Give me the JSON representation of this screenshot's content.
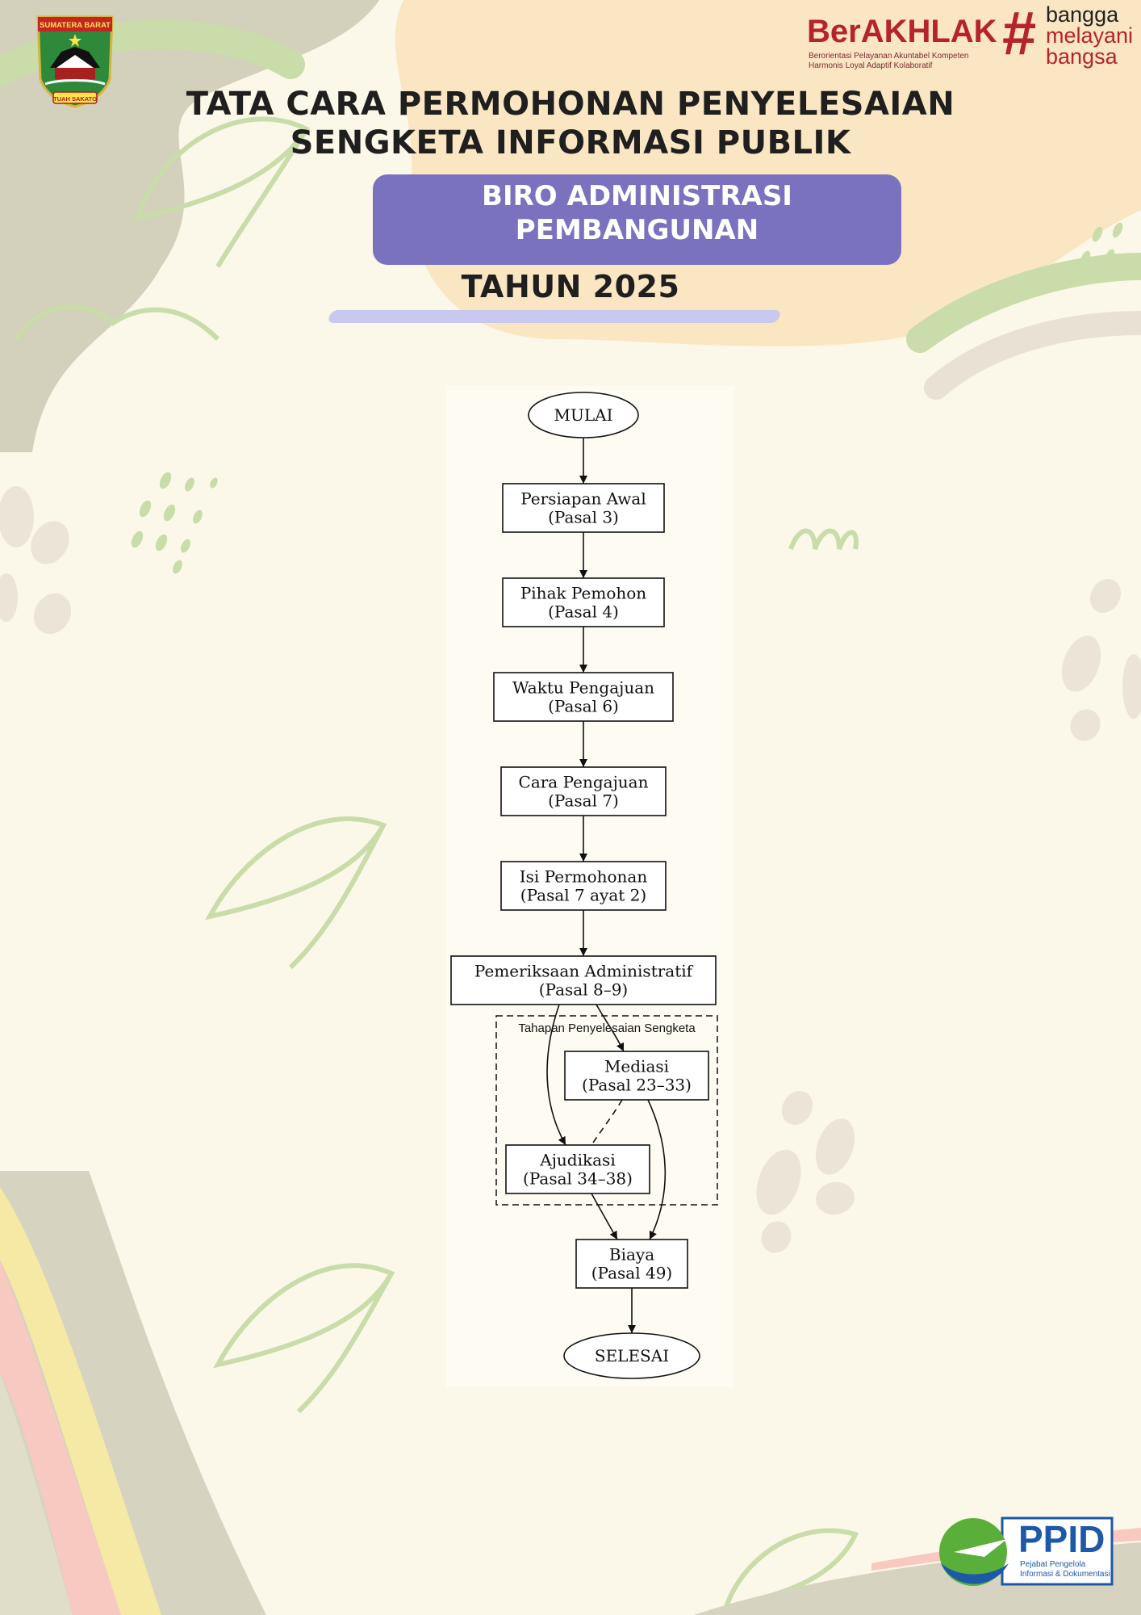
{
  "header": {
    "title_line1": "TATA CARA PERMOHONAN PENYELESAIAN",
    "title_line2": "SENGKETA INFORMASI PUBLIK",
    "unit_line1": "BIRO ADMINISTRASI",
    "unit_line2": "PEMBANGUNAN",
    "year": "TAHUN 2025"
  },
  "logos": {
    "province": {
      "top": "SUMATERA BARAT",
      "bottom": "TUAH SAKATO"
    },
    "berakhlak": {
      "word": "BerAKHLAK",
      "sub1": "Berorientasi Pelayanan Akuntabel Kompeten",
      "sub2": "Harmonis Loyal Adaptif Kolaboratif",
      "hash": "#",
      "tag1": "bangga",
      "tag2": "melayani",
      "tag3": "bangsa"
    },
    "ppid": {
      "word": "PPID",
      "sub1": "Pejabat Pengelola",
      "sub2": "Informasi & Dokumentasi"
    }
  },
  "flowchart": {
    "nodes": [
      {
        "id": "mulai",
        "shape": "ellipse",
        "lines": [
          "MULAI"
        ]
      },
      {
        "id": "persiapan",
        "shape": "box",
        "lines": [
          "Persiapan Awal",
          "(Pasal 3)"
        ]
      },
      {
        "id": "pemohon",
        "shape": "box",
        "lines": [
          "Pihak Pemohon",
          "(Pasal 4)"
        ]
      },
      {
        "id": "waktu",
        "shape": "box",
        "lines": [
          "Waktu Pengajuan",
          "(Pasal 6)"
        ]
      },
      {
        "id": "cara",
        "shape": "box",
        "lines": [
          "Cara Pengajuan",
          "(Pasal 7)"
        ]
      },
      {
        "id": "isi",
        "shape": "box",
        "lines": [
          "Isi Permohonan",
          "(Pasal 7 ayat 2)"
        ]
      },
      {
        "id": "pemeriksaan",
        "shape": "box",
        "lines": [
          "Pemeriksaan Administratif",
          "(Pasal 8–9)"
        ]
      },
      {
        "id": "mediasi",
        "shape": "box",
        "lines": [
          "Mediasi",
          "(Pasal 23–33)"
        ]
      },
      {
        "id": "ajudikasi",
        "shape": "box",
        "lines": [
          "Ajudikasi",
          "(Pasal 34–38)"
        ]
      },
      {
        "id": "biaya",
        "shape": "box",
        "lines": [
          "Biaya",
          "(Pasal 49)"
        ]
      },
      {
        "id": "selesai",
        "shape": "ellipse",
        "lines": [
          "SELESAI"
        ]
      }
    ],
    "cluster_label": "Tahapan Penyelesaian Sengketa",
    "edges": [
      {
        "from": "mulai",
        "to": "persiapan",
        "style": "solid"
      },
      {
        "from": "persiapan",
        "to": "pemohon",
        "style": "solid"
      },
      {
        "from": "pemohon",
        "to": "waktu",
        "style": "solid"
      },
      {
        "from": "waktu",
        "to": "cara",
        "style": "solid"
      },
      {
        "from": "cara",
        "to": "isi",
        "style": "solid"
      },
      {
        "from": "isi",
        "to": "pemeriksaan",
        "style": "solid"
      },
      {
        "from": "pemeriksaan",
        "to": "mediasi",
        "style": "solid"
      },
      {
        "from": "pemeriksaan",
        "to": "ajudikasi",
        "style": "solid"
      },
      {
        "from": "mediasi",
        "to": "ajudikasi",
        "style": "dashed"
      },
      {
        "from": "mediasi",
        "to": "biaya",
        "style": "solid"
      },
      {
        "from": "ajudikasi",
        "to": "biaya",
        "style": "solid"
      },
      {
        "from": "biaya",
        "to": "selesai",
        "style": "solid"
      }
    ]
  },
  "colors": {
    "background": "#fbf8e9",
    "banner": "#7b72bf",
    "brand_red": "#b5232b",
    "ppid_blue": "#1e58a8",
    "ppid_green": "#5aae3a"
  }
}
